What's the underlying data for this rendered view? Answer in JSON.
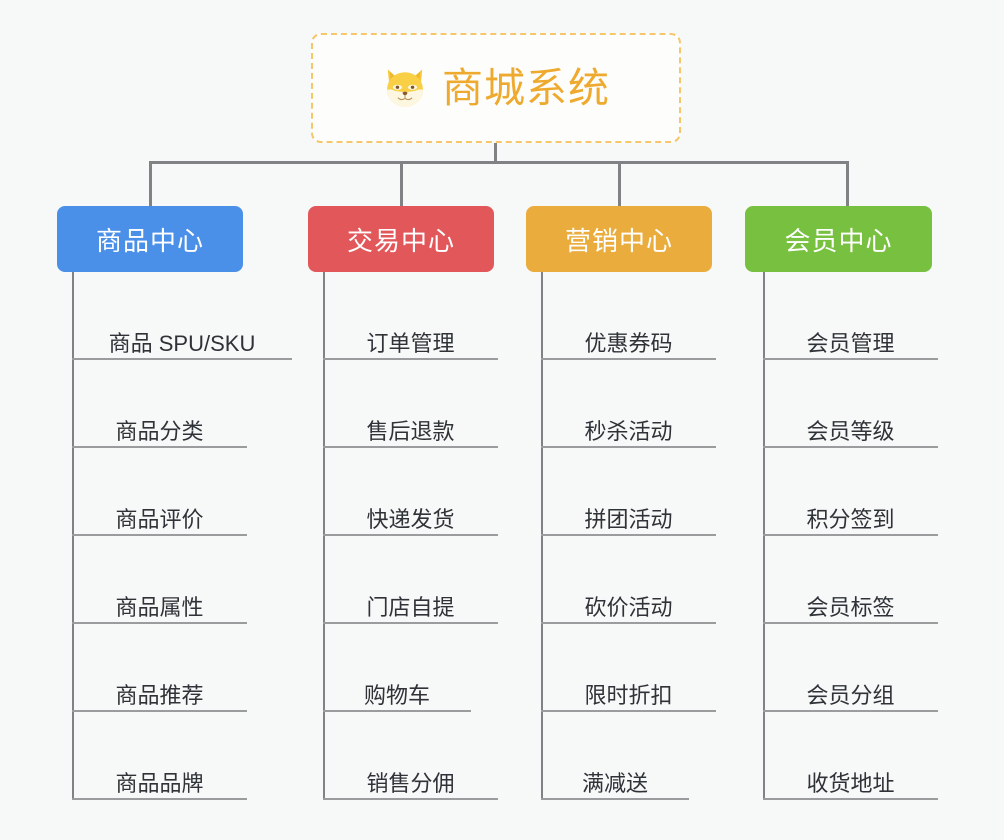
{
  "diagram": {
    "title": "商城系统",
    "type": "organization-tree",
    "background_color": "#f7f8f8",
    "connector_color": "#808285",
    "root": {
      "label": "商城系统",
      "icon": "shiba-dog-icon",
      "text_color": "#eeaa2e",
      "border_color": "#f5c66a",
      "background_color": "#fdfdfc"
    },
    "branches": [
      {
        "label": "商品中心",
        "color": "#4a90e8",
        "items": [
          "商品 SPU/SKU",
          "商品分类",
          "商品评价",
          "商品属性",
          "商品推荐",
          "商品品牌"
        ]
      },
      {
        "label": "交易中心",
        "color": "#e2575a",
        "items": [
          "订单管理",
          "售后退款",
          "快递发货",
          "门店自提",
          "购物车",
          "销售分佣"
        ]
      },
      {
        "label": "营销中心",
        "color": "#eaac3c",
        "items": [
          "优惠券码",
          "秒杀活动",
          "拼团活动",
          "砍价活动",
          "限时折扣",
          "满减送"
        ]
      },
      {
        "label": "会员中心",
        "color": "#77c040",
        "items": [
          "会员管理",
          "会员等级",
          "积分签到",
          "会员标签",
          "会员分组",
          "收货地址"
        ]
      }
    ]
  }
}
